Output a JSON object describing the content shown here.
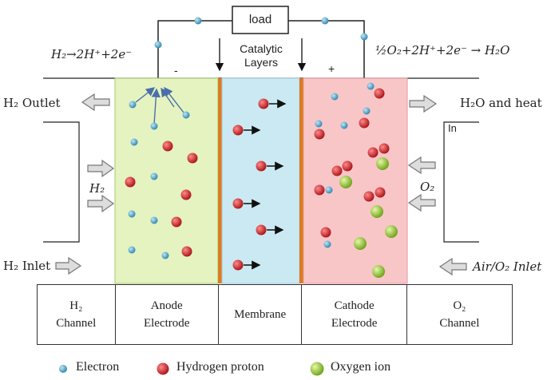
{
  "top": {
    "load_label": "load",
    "catalytic_line1": "Catalytic",
    "catalytic_line2": "Layers",
    "anode_equation": "H₂→2H⁺+2e⁻",
    "cathode_equation": "½O₂+2H⁺+2e⁻ → H₂O",
    "minus_sign": "-",
    "plus_sign": "+"
  },
  "left": {
    "h2_outlet": "H₂ Outlet",
    "h2_label": "H₂",
    "h2_inlet": "H₂ Inlet"
  },
  "right": {
    "h2o_heat": "H₂O and heat",
    "in_label": "In",
    "o2_label": "O₂",
    "air_inlet": "Air/O₂ Inlet"
  },
  "table": {
    "cells": [
      [
        "H₂",
        "Channel"
      ],
      [
        "Anode",
        "Electrode"
      ],
      [
        "Membrane"
      ],
      [
        "Cathode",
        "Electrode"
      ],
      [
        "O₂",
        "Channel"
      ]
    ]
  },
  "legend": {
    "electron": "Electron",
    "hydrogen_proton": "Hydrogen proton",
    "oxygen_ion": "Oxygen ion"
  },
  "colors": {
    "anode_fill": "#e4f3c0",
    "membrane_fill": "#cbe9f3",
    "cathode_fill": "#f9c6c8",
    "catalytic_layer": "#e07a1e",
    "electron": "#3b9cc4",
    "proton": "#c8181e",
    "oxygen_ion": "#8cc22a"
  }
}
